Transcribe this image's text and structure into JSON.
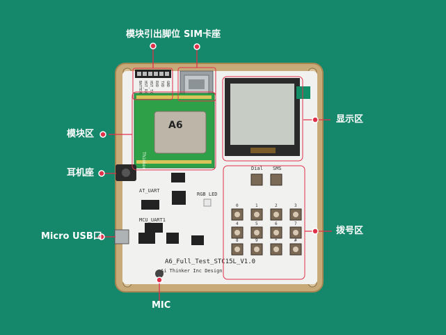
{
  "labels": {
    "module_pins": "模块引出脚位",
    "sim_slot": "SIM卡座",
    "display_area": "显示区",
    "module_area": "模块区",
    "earphone_jack": "耳机座",
    "dial_area": "拨号区",
    "micro_usb": "Micro USB口",
    "mic": "MIC"
  },
  "board": {
    "name": "A6_Full_Test_STC15L_V1.0",
    "maker": "Ai Thinker Inc Design",
    "module_name": "A6",
    "module_brand": "Thinker",
    "silk_rgb": "RGB LED",
    "silk_at_uart": "AT_UART",
    "silk_mcu_uart": "MCU_UART1",
    "silk_dial": "Dial",
    "silk_sms": "SMS",
    "pin_labels": [
      "BATTERY",
      "HST_RXD",
      "HST_TXD",
      "RXD",
      "TXD",
      "GND"
    ]
  },
  "keypad": {
    "digits": [
      "0",
      "1",
      "2",
      "3",
      "4",
      "5",
      "6",
      "7",
      "8",
      "9",
      "*",
      "#"
    ]
  },
  "colors": {
    "background": "#15876a",
    "board": "#f1f1ef",
    "frame": "#c8aa78",
    "pcb_module": "#2ea048",
    "callout_line": "#e0304a",
    "label_text": "#ffffff"
  }
}
